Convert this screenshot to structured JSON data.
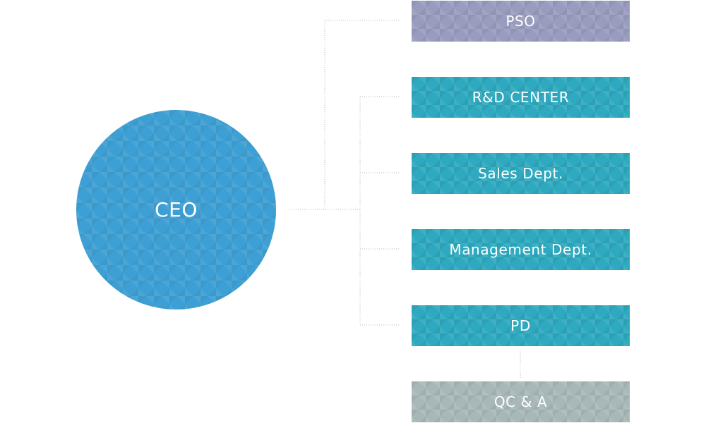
{
  "ceo": {
    "label": "CEO",
    "color": "#3d9fd3"
  },
  "departments": [
    {
      "label": "PSO",
      "color": "#9a9cbf"
    },
    {
      "label": "R&D CENTER",
      "color": "#2ea9bf"
    },
    {
      "label": "Sales Dept.",
      "color": "#2ea9bf"
    },
    {
      "label": "Management Dept.",
      "color": "#2ea9bf"
    },
    {
      "label": "PD",
      "color": "#2ea9bf"
    },
    {
      "label": "QC & A",
      "color": "#a8b8b8"
    }
  ],
  "connector_color": "#b8b8b8"
}
